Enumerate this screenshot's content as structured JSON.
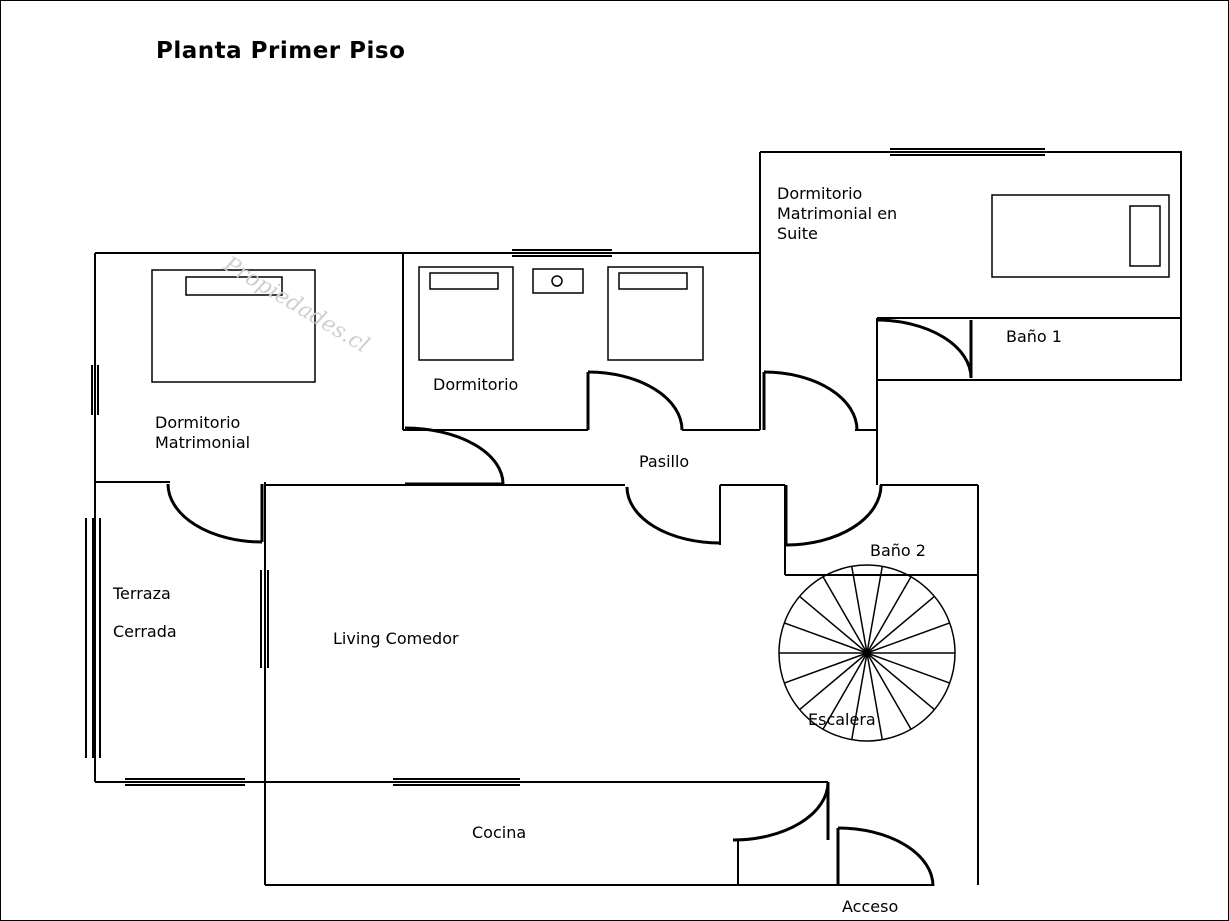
{
  "title": "Planta Primer Piso",
  "watermark": "Propiedades.cl",
  "colors": {
    "line": "#000000",
    "background": "#ffffff",
    "watermark": "#cfcfcf"
  },
  "rooms": {
    "suite": [
      "Dormitorio",
      "Matrimonial en",
      "Suite"
    ],
    "bano1": "Baño 1",
    "dormitorio": "Dormitorio",
    "matrimonial": [
      "Dormitorio",
      "Matrimonial"
    ],
    "pasillo": "Pasillo",
    "bano2": "Baño 2",
    "terraza": [
      "Terraza",
      "Cerrada"
    ],
    "living": "Living Comedor",
    "escalera": "Escalera",
    "cocina": "Cocina",
    "acceso": "Acceso"
  }
}
